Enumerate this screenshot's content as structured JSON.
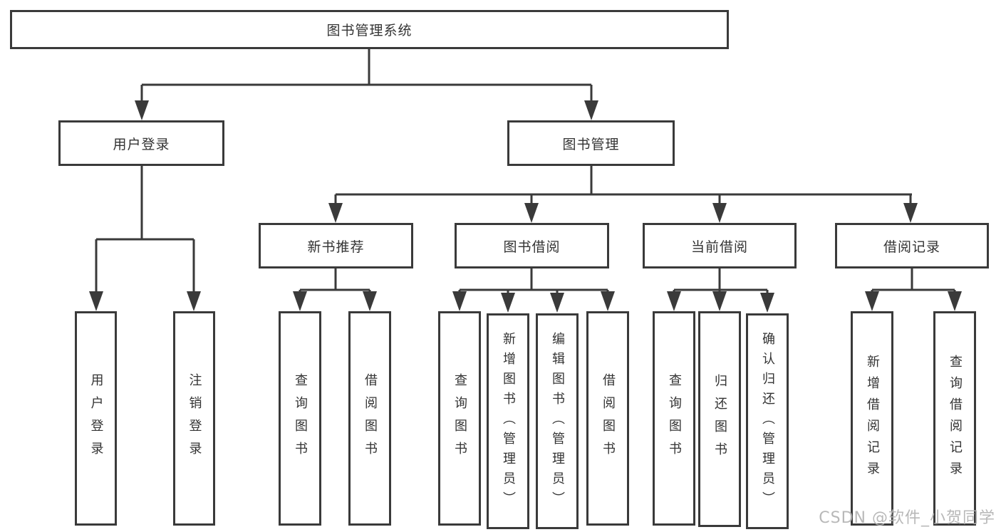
{
  "diagram": {
    "title": "图书管理系统",
    "type": "hierarchy-tree",
    "tree": {
      "label": "图书管理系统",
      "children": [
        {
          "label": "用户登录",
          "children": [
            {
              "label": "用户登录"
            },
            {
              "label": "注销登录"
            }
          ]
        },
        {
          "label": "图书管理",
          "children": [
            {
              "label": "新书推荐",
              "children": [
                {
                  "label": "查询图书"
                },
                {
                  "label": "借阅图书"
                }
              ]
            },
            {
              "label": "图书借阅",
              "children": [
                {
                  "label": "查询图书"
                },
                {
                  "label": "新增图书（管理员）"
                },
                {
                  "label": "编辑图书（管理员）"
                },
                {
                  "label": "借阅图书"
                }
              ]
            },
            {
              "label": "当前借阅",
              "children": [
                {
                  "label": "查询图书"
                },
                {
                  "label": "归还图书"
                },
                {
                  "label": "确认归还（管理员）"
                }
              ]
            },
            {
              "label": "借阅记录",
              "children": [
                {
                  "label": "新增借阅记录"
                },
                {
                  "label": "查询借阅记录"
                }
              ]
            }
          ]
        }
      ]
    },
    "colors": {
      "line": "#3a3a3a",
      "text": "#333333",
      "box_background": "#ffffff",
      "page_background": "#ffffff",
      "watermark": "#b2b2b2"
    }
  },
  "watermark": {
    "text": "CSDN @软件_小贺同学"
  }
}
